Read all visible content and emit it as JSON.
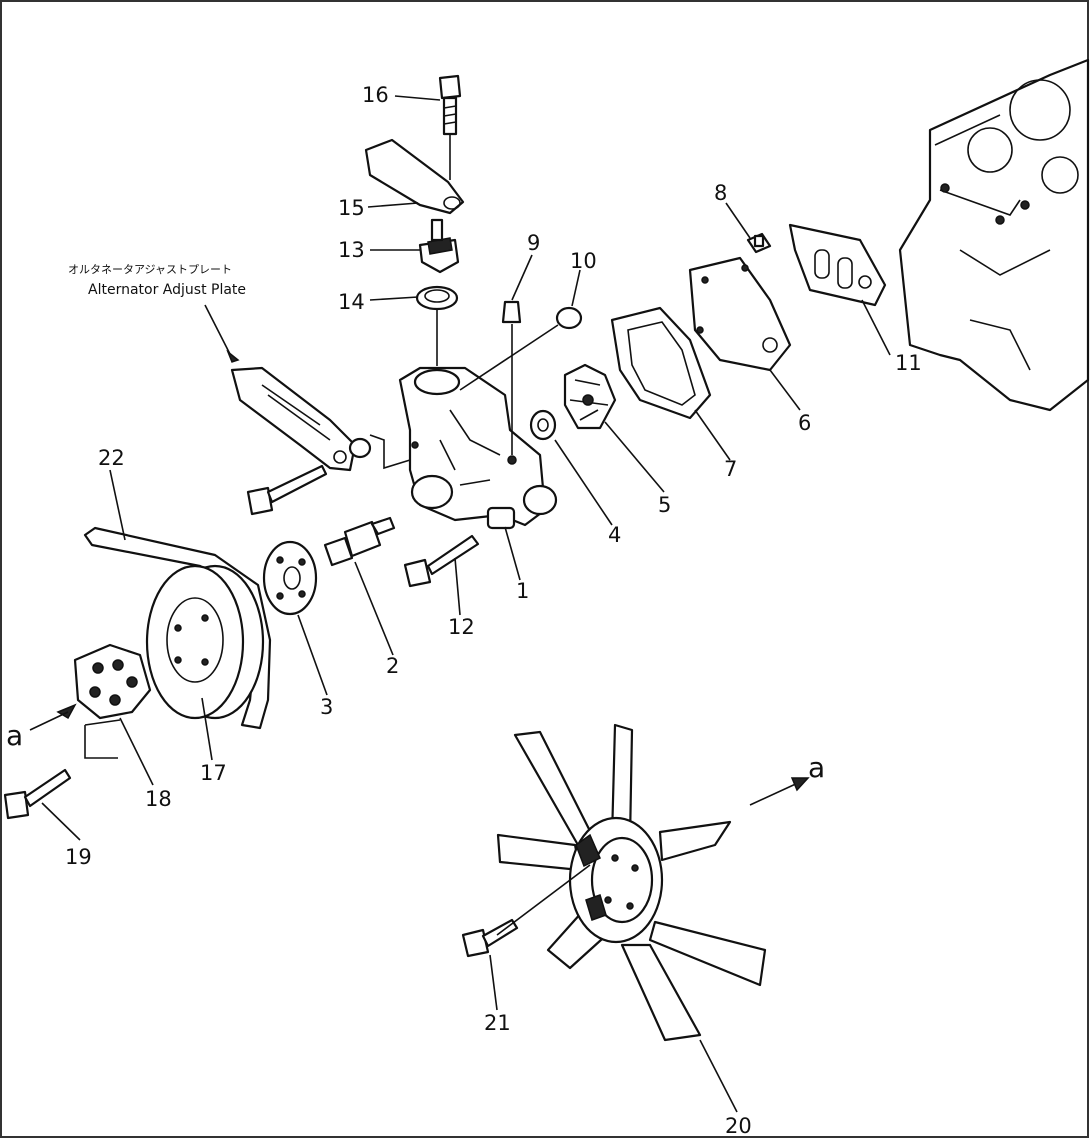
{
  "labels": {
    "n1": "1",
    "n2": "2",
    "n3": "3",
    "n4": "4",
    "n5": "5",
    "n6": "6",
    "n7": "7",
    "n8": "8",
    "n9": "9",
    "n10": "10",
    "n11": "11",
    "n12": "12",
    "n13": "13",
    "n14": "14",
    "n15": "15",
    "n16": "16",
    "n17": "17",
    "n18": "18",
    "n19": "19",
    "n20": "20",
    "n21": "21",
    "n22": "22"
  },
  "callout": {
    "jp": "オルタネータアジャストプレート",
    "en": "Alternator Adjust Plate"
  },
  "view_arrows": {
    "left": "a",
    "right": "a"
  }
}
